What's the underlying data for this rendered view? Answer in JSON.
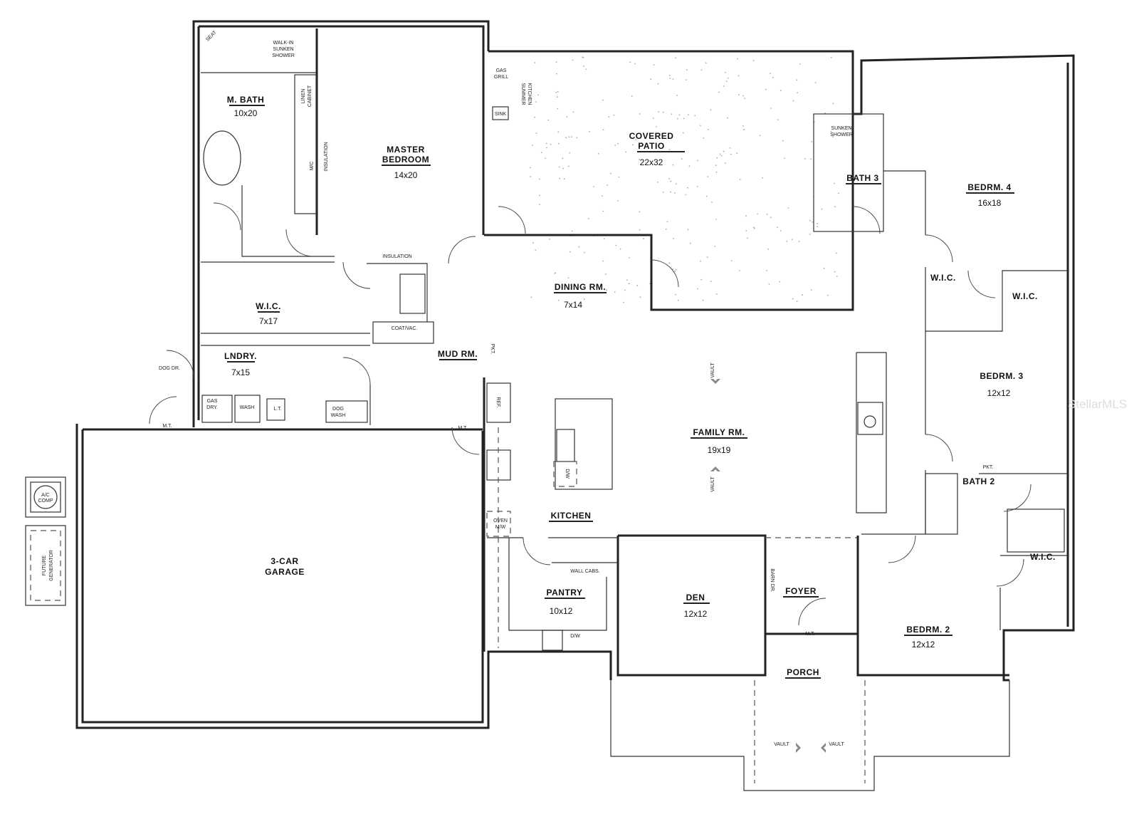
{
  "rooms": [
    {
      "name": [
        "M. BATH"
      ],
      "dims": "10x20"
    },
    {
      "name": [
        "MASTER",
        "BEDROOM"
      ],
      "dims": "14x20"
    },
    {
      "name": [
        "COVERED",
        "PATIO"
      ],
      "dims": "22x32"
    },
    {
      "name": [
        "BATH 3"
      ],
      "dims": ""
    },
    {
      "name": [
        "BEDRM. 4"
      ],
      "dims": "16x18"
    },
    {
      "name": [
        "DINING RM."
      ],
      "dims": "7x14"
    },
    {
      "name": [
        "W.I.C."
      ],
      "dims": "7x17"
    },
    {
      "name": [
        "LNDRY."
      ],
      "dims": "7x15"
    },
    {
      "name": [
        "MUD RM."
      ],
      "dims": ""
    },
    {
      "name": [
        "W.I.C."
      ],
      "dims": ""
    },
    {
      "name": [
        "W.I.C."
      ],
      "dims": ""
    },
    {
      "name": [
        "BEDRM. 3"
      ],
      "dims": "12x12"
    },
    {
      "name": [
        "FAMILY RM."
      ],
      "dims": "19x19"
    },
    {
      "name": [
        "BATH 2"
      ],
      "dims": ""
    },
    {
      "name": [
        "KITCHEN"
      ],
      "dims": ""
    },
    {
      "name": [
        "3-CAR",
        "GARAGE"
      ],
      "dims": ""
    },
    {
      "name": [
        "PANTRY"
      ],
      "dims": "10x12"
    },
    {
      "name": [
        "DEN"
      ],
      "dims": "12x12"
    },
    {
      "name": [
        "FOYER"
      ],
      "dims": ""
    },
    {
      "name": [
        "W.I.C."
      ],
      "dims": ""
    },
    {
      "name": [
        "BEDRM. 2"
      ],
      "dims": "12x12"
    },
    {
      "name": [
        "PORCH"
      ],
      "dims": ""
    }
  ],
  "annotations": {
    "seat": "SEAT",
    "walk_in_shower": [
      "WALK-IN",
      "SUNKEN",
      "SHOWER"
    ],
    "linen_cabinet": [
      "LINEN",
      "CABINET"
    ],
    "mc": "M/C",
    "insulation": "INSULATION",
    "gas_grill": [
      "GAS",
      "GRILL"
    ],
    "sink": "SINK",
    "summer_kitchen": [
      "SUMMER",
      "KITCHEN"
    ],
    "sunken_shower": [
      "SUNKEN",
      "SHOWER"
    ],
    "coat_vac": "COAT/VAC.",
    "dog_door": "DOG DR.",
    "gas_dry": [
      "GAS",
      "DRY."
    ],
    "wash": "WASH",
    "lt": "L.T.",
    "dog_wash": [
      "DOG",
      "WASH"
    ],
    "mt": "M.T.",
    "pkt": "PKT.",
    "ref": "REF.",
    "dw": "D/W",
    "oven_mw": [
      "OVEN",
      "M/W"
    ],
    "wall_cabs": "WALL CABS.",
    "barn_door": "BARN DR.",
    "vault": "VAULT",
    "ac_comp": [
      "A/C",
      "COMP"
    ],
    "future_generator": [
      "FUTURE",
      "GENERATOR"
    ]
  },
  "watermark": "StellarMLS",
  "colors": {
    "lines": "#222222",
    "background": "#ffffff"
  }
}
